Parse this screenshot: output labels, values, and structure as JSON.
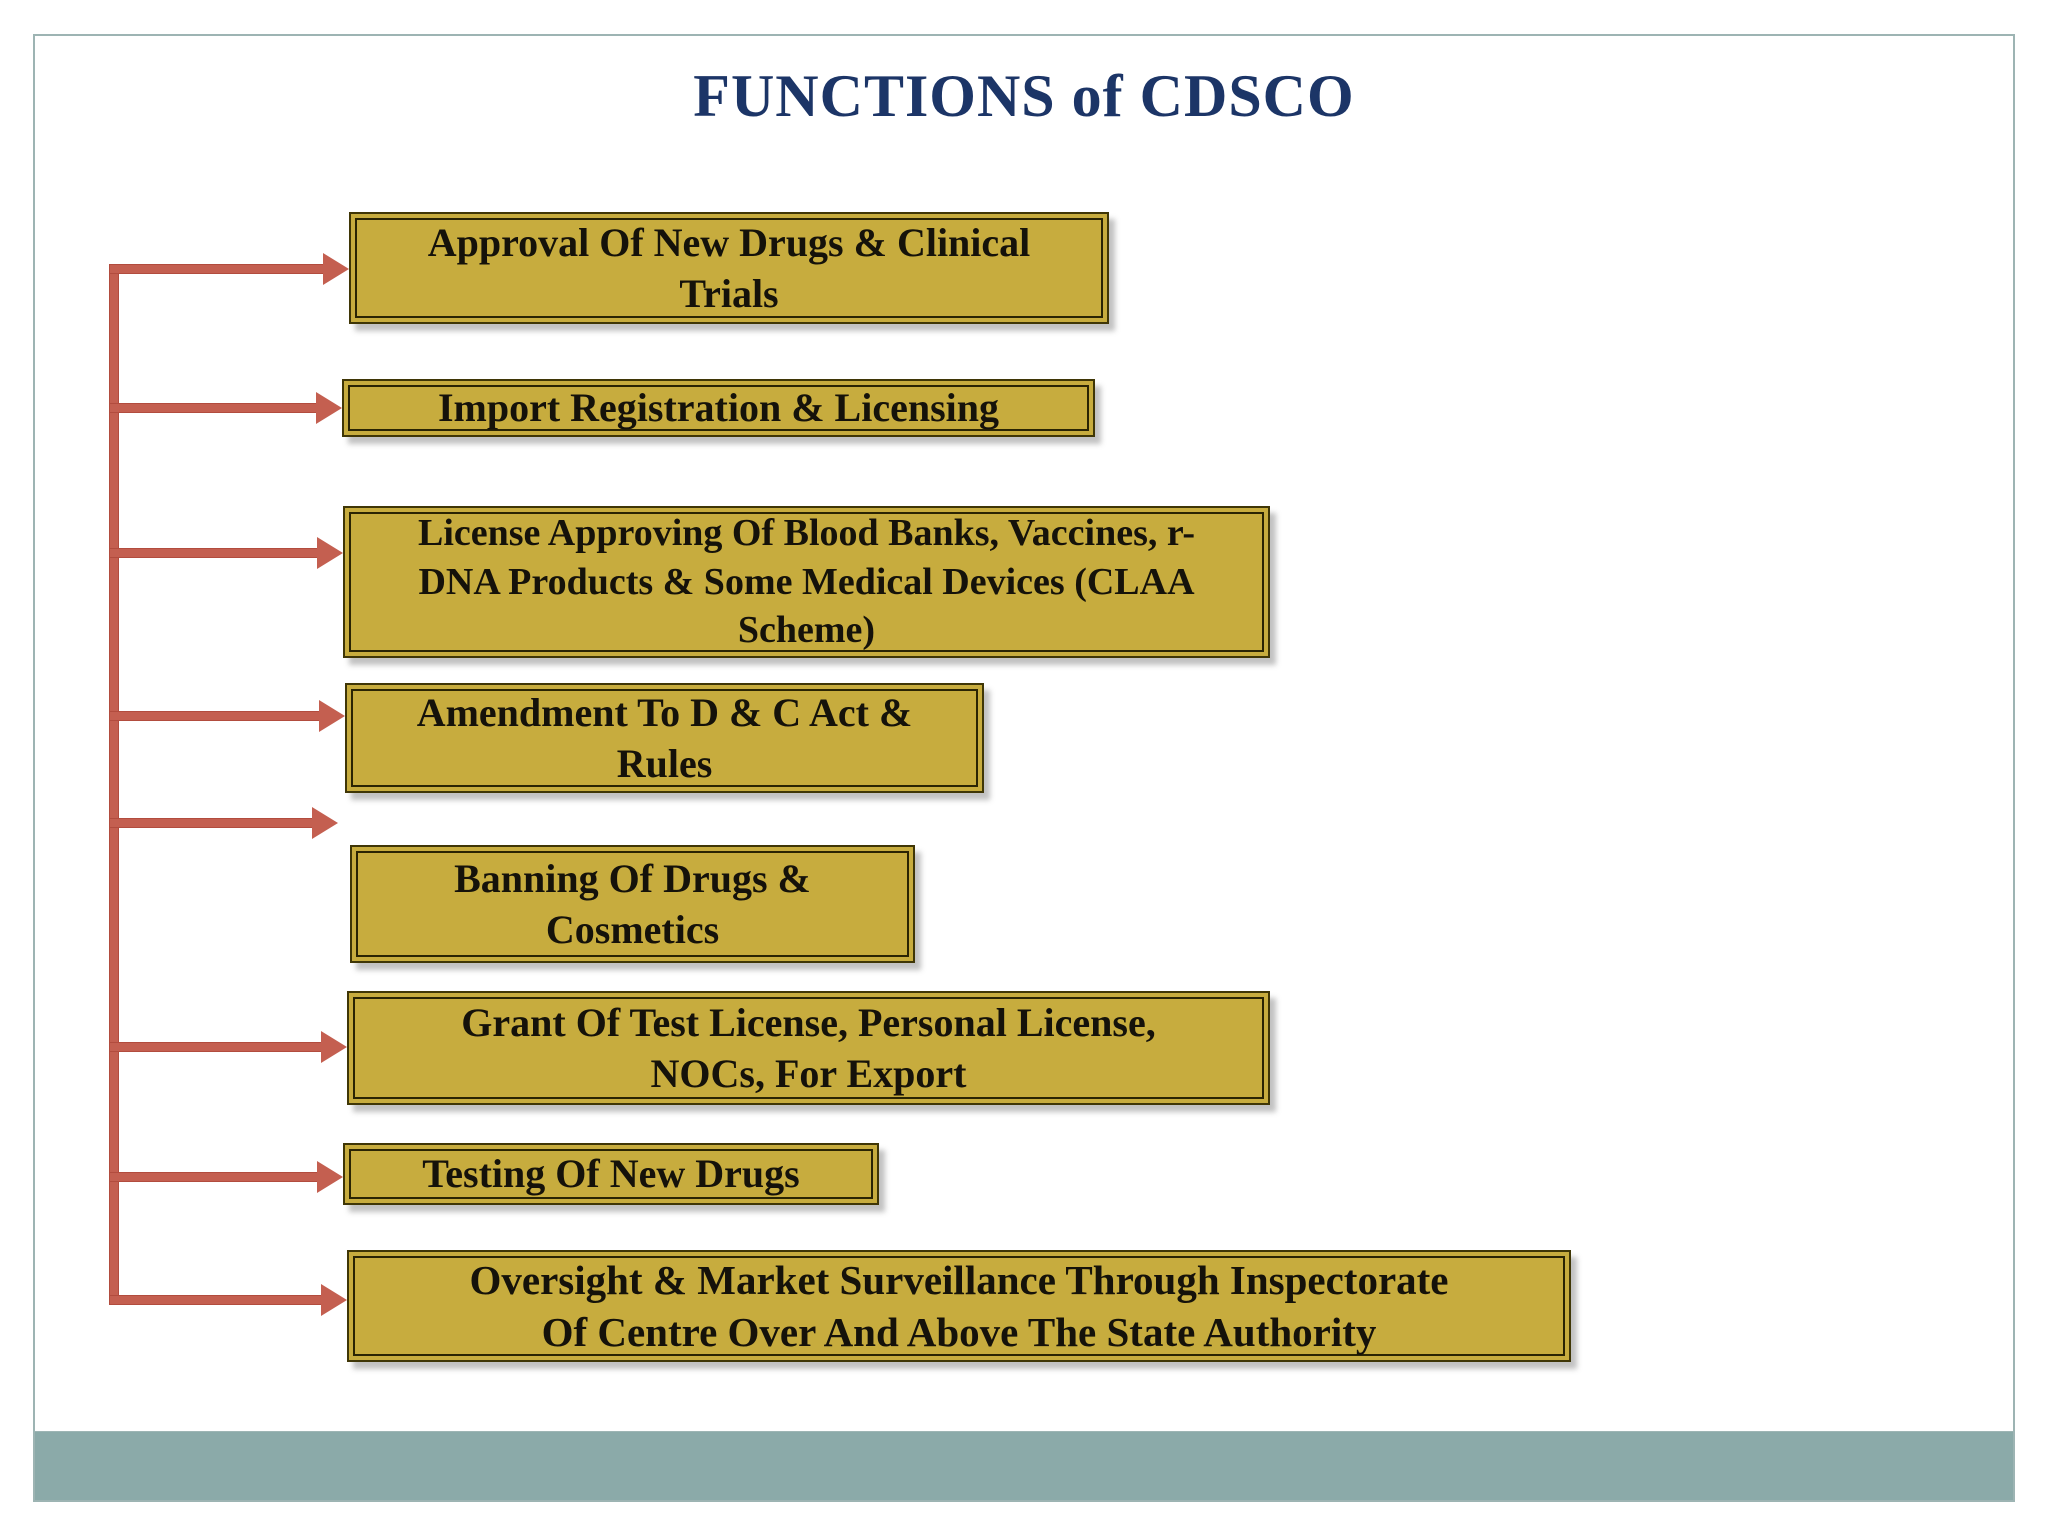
{
  "slide": {
    "title": "FUNCTIONS of CDSCO",
    "boxes": [
      {
        "id": "approval",
        "text": "Approval Of New Drugs & Clinical\nTrials"
      },
      {
        "id": "import",
        "text": "Import Registration & Licensing"
      },
      {
        "id": "license",
        "text": "License Approving Of Blood Banks, Vaccines, r-\nDNA Products & Some Medical Devices  (CLAA\nScheme)"
      },
      {
        "id": "amendment",
        "text": "Amendment To D & C Act &\nRules"
      },
      {
        "id": "banning",
        "text": "Banning Of Drugs &\nCosmetics"
      },
      {
        "id": "grant",
        "text": "Grant Of Test License, Personal License,\nNOCs, For Export"
      },
      {
        "id": "testing",
        "text": "Testing Of New Drugs"
      },
      {
        "id": "oversight",
        "text": "Oversight & Market Surveillance Through Inspectorate\nOf Centre Over And Above The State Authority"
      }
    ],
    "colors": {
      "title_text": "#1C3567",
      "box_fill": "#C7AC3E",
      "box_border_outer": "#3F3606",
      "box_border_inner": "#2A2403",
      "box_text": "#15120A",
      "connector": "#C45F50",
      "footer_band": "#8BAAA9",
      "frame_border": "#9DB4B3",
      "background": "#FFFFFF"
    }
  }
}
